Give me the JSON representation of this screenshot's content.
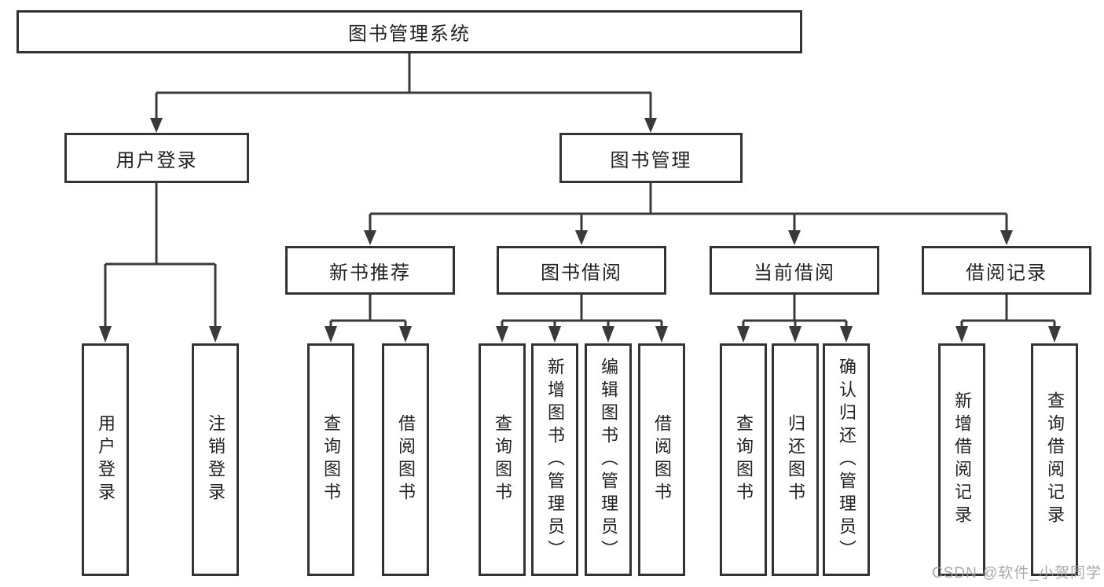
{
  "diagram": {
    "type": "hierarchy-tree",
    "title": "图书管理系统",
    "colors": {
      "border": "#333333",
      "line": "#3a3a3a",
      "text": "#222222",
      "watermark": "#9c9c9c",
      "background": "#ffffff"
    },
    "tree": {
      "root": {
        "label": "图书管理系统"
      },
      "level2": [
        {
          "label": "用户登录",
          "parent": "图书管理系统"
        },
        {
          "label": "图书管理",
          "parent": "图书管理系统"
        }
      ],
      "level3": [
        {
          "label": "新书推荐",
          "parent": "图书管理"
        },
        {
          "label": "图书借阅",
          "parent": "图书管理"
        },
        {
          "label": "当前借阅",
          "parent": "图书管理"
        },
        {
          "label": "借阅记录",
          "parent": "图书管理"
        }
      ],
      "leaves": [
        {
          "label": "用户登录",
          "parent": "用户登录"
        },
        {
          "label": "注销登录",
          "parent": "用户登录"
        },
        {
          "label": "查询图书",
          "parent": "新书推荐"
        },
        {
          "label": "借阅图书",
          "parent": "新书推荐"
        },
        {
          "label": "查询图书",
          "parent": "图书借阅"
        },
        {
          "label": "新增图书（管理员）",
          "parent": "图书借阅"
        },
        {
          "label": "编辑图书（管理员）",
          "parent": "图书借阅"
        },
        {
          "label": "借阅图书",
          "parent": "图书借阅"
        },
        {
          "label": "查询图书",
          "parent": "当前借阅"
        },
        {
          "label": "归还图书",
          "parent": "当前借阅"
        },
        {
          "label": "确认归还（管理员）",
          "parent": "当前借阅"
        },
        {
          "label": "新增借阅记录",
          "parent": "借阅记录"
        },
        {
          "label": "查询借阅记录",
          "parent": "借阅记录"
        }
      ]
    },
    "watermark": "CSDN @软件_小贺同学"
  }
}
